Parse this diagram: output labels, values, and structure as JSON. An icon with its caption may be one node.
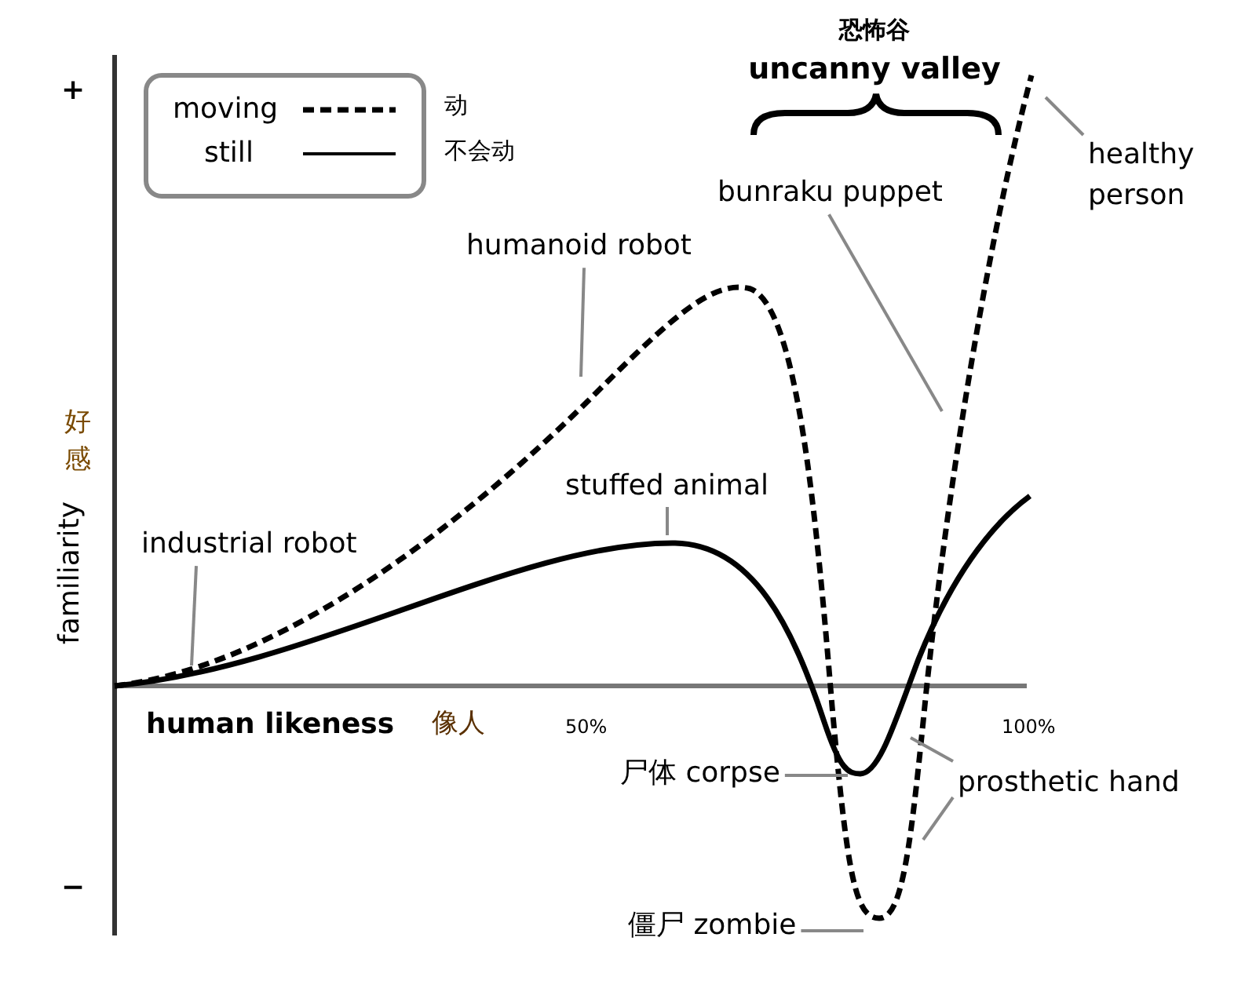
{
  "diagram": {
    "nodes": [
      {
        "text": [
          "healthy person"
        ]
      },
      {
        "text": [
          "bunraku puppet"
        ]
      },
      {
        "text": [
          "humanoid robot"
        ]
      },
      {
        "text": [
          "stuffed animal"
        ]
      },
      {
        "text": [
          "industrial robot"
        ]
      },
      {
        "text": [
          "尸体 corpse"
        ]
      },
      {
        "text": [
          "prosthetic hand"
        ]
      },
      {
        "text": [
          "僵尸 zombie"
        ]
      }
    ],
    "edges": [
      {
        "from": 0,
        "to": null,
        "arrow": "none"
      },
      {
        "from": 1,
        "to": null,
        "arrow": "none"
      },
      {
        "from": 2,
        "to": null,
        "arrow": "none"
      },
      {
        "from": 3,
        "to": null,
        "arrow": "none"
      },
      {
        "from": 4,
        "to": null,
        "arrow": "none"
      },
      {
        "from": 5,
        "to": null,
        "arrow": "none"
      },
      {
        "from": 6,
        "to": null,
        "arrow": "none"
      },
      {
        "from": 6,
        "to": null,
        "arrow": "none"
      },
      {
        "from": 7,
        "to": null,
        "arrow": "none"
      }
    ],
    "labels": [
      "恐怖谷",
      "uncanny valley",
      "+",
      "动",
      "不会动",
      "好感",
      "familiarity",
      "human likeness",
      "像人",
      "50%",
      "100%",
      "−"
    ],
    "legend": [
      {
        "text": "moving"
      },
      {
        "text": "still"
      }
    ]
  }
}
